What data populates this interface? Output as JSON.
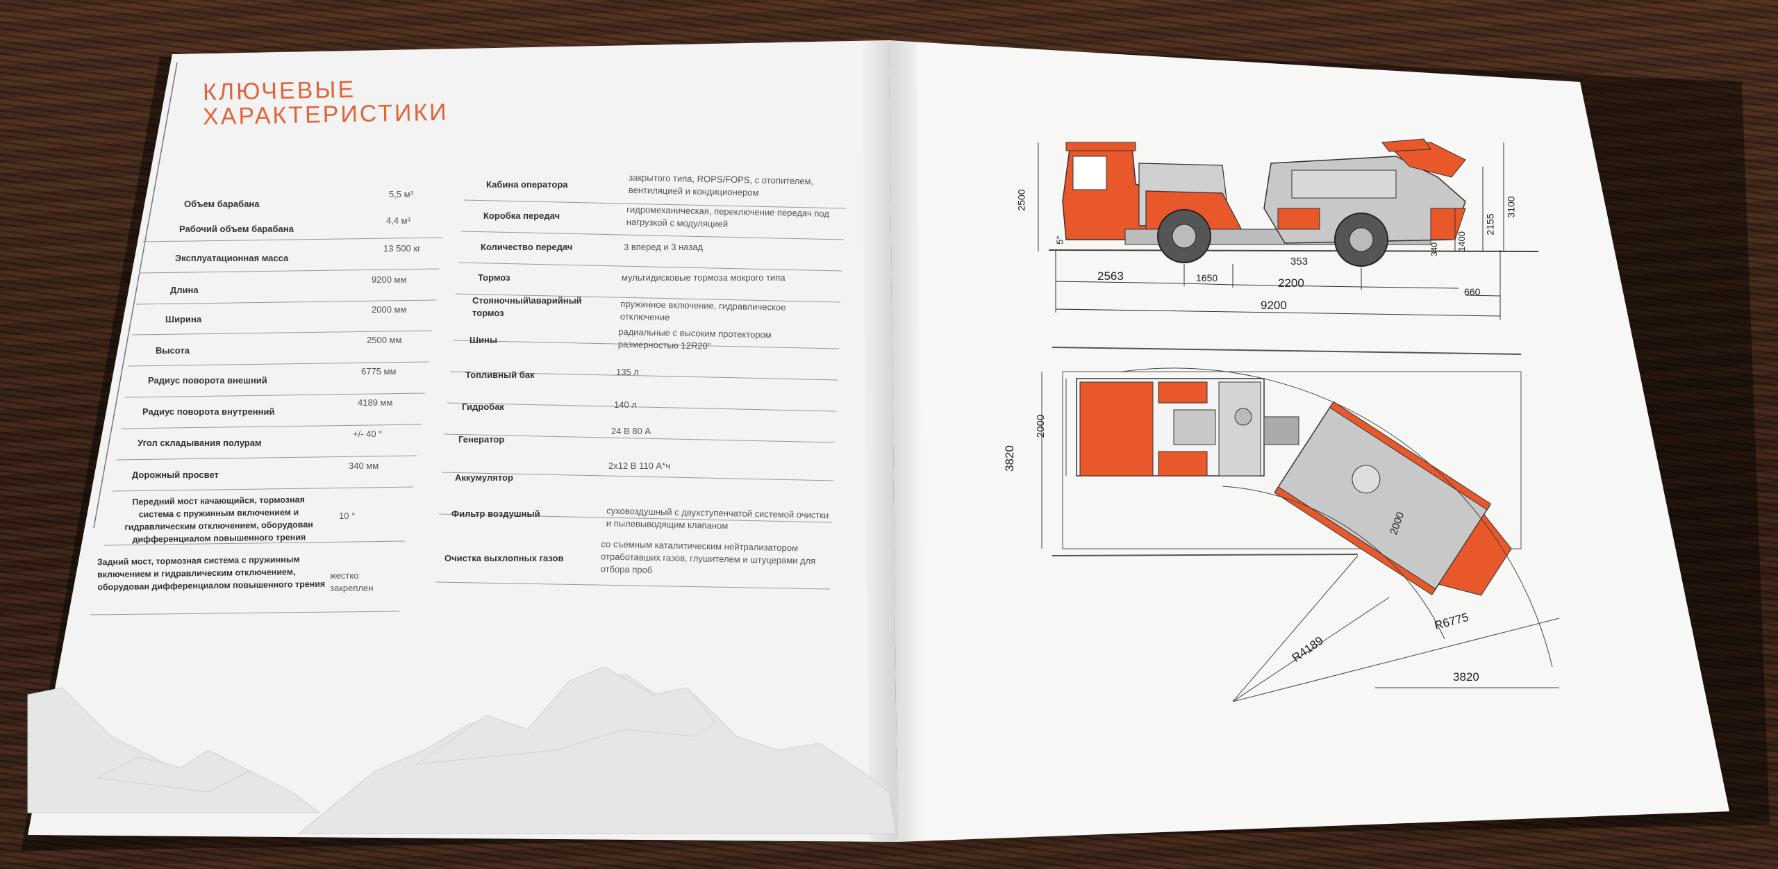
{
  "title_line1": "КЛЮЧЕВЫЕ",
  "title_line2": "ХАРАКТЕРИСТИКИ",
  "left_rows": [
    {
      "label": "Объем барабана",
      "value": "5,5 м³"
    },
    {
      "label": "Рабочий объем барабана",
      "value": "4,4 м³"
    },
    {
      "label": "Эксплуатационная масса",
      "value": "13 500 кг"
    },
    {
      "label": "Длина",
      "value": "9200 мм"
    },
    {
      "label": "Ширина",
      "value": "2000 мм"
    },
    {
      "label": "Высота",
      "value": "2500 мм"
    },
    {
      "label": "Радиус поворота внешний",
      "value": "6775 мм"
    },
    {
      "label": "Радиус поворота внутренний",
      "value": "4189 мм"
    },
    {
      "label": "Угол складывания полурам",
      "value": "+/- 40 °"
    },
    {
      "label": "Дорожный просвет",
      "value": "340 мм"
    },
    {
      "label": "Передний мост качающийся, тормозная система с пружинным включением и гидравлическим отключением, оборудован дифференциалом повышенного трения",
      "value": "10 °"
    },
    {
      "label": "Задний мост, тормозная система с пружинным включением и гидравлическим отключением, оборудован дифференциалом повышенного трения",
      "value": "жестко закреплен"
    }
  ],
  "right_rows": [
    {
      "label": "Кабина оператора",
      "value": "закрытого типа, ROPS/FOPS, с отопителем, вентиляцией и кондиционером"
    },
    {
      "label": "Коробка передач",
      "value": "гидромеханическая, переключение передач под нагрузкой с модуляцией"
    },
    {
      "label": "Количество передач",
      "value": "3 вперед и 3 назад"
    },
    {
      "label": "Тормоз",
      "value": "мультидисковые тормоза мокрого типа"
    },
    {
      "label": "Стояночный\\аварийный тормоз",
      "value": "пружинное включение, гидравлическое отключение"
    },
    {
      "label": "Шины",
      "value": "радиальные с высоким протектором размерностью 12R20\""
    },
    {
      "label": "Топливный бак",
      "value": "135 л"
    },
    {
      "label": "Гидробак",
      "value": "140 л"
    },
    {
      "label": "Генератор",
      "value": "24 В 80 А"
    },
    {
      "label": "Аккумулятор",
      "value": "2х12 В 110 А*ч"
    },
    {
      "label": "Фильтр воздушный",
      "value": "суховоздушный с двухступенчатой системой очистки и пылевыводящим клапаном"
    },
    {
      "label": "Очистка выхлопных газов",
      "value": "со съемным каталитическим нейтрализатором отработавших газов, глушителем и штуцерами для отбора проб"
    }
  ],
  "side_dims": {
    "d2563": "2563",
    "d1650": "1650",
    "d2200": "2200",
    "d353": "353",
    "d9200": "9200",
    "d660": "660",
    "d2500": "2500",
    "d3100": "3100",
    "d2155": "2155",
    "d1400": "1400",
    "d340": "340",
    "d5": "5°"
  },
  "top_dims": {
    "d3820_left": "3820",
    "d2000_left": "2000",
    "d2000_drum": "2000",
    "r4189": "R4189",
    "r6775": "R6775",
    "d3820_bottom": "3820"
  },
  "colors": {
    "accent": "#e0643a",
    "machine_orange": "#e8582a",
    "machine_grey": "#c8c8c8",
    "page": "#f4f4f2"
  }
}
